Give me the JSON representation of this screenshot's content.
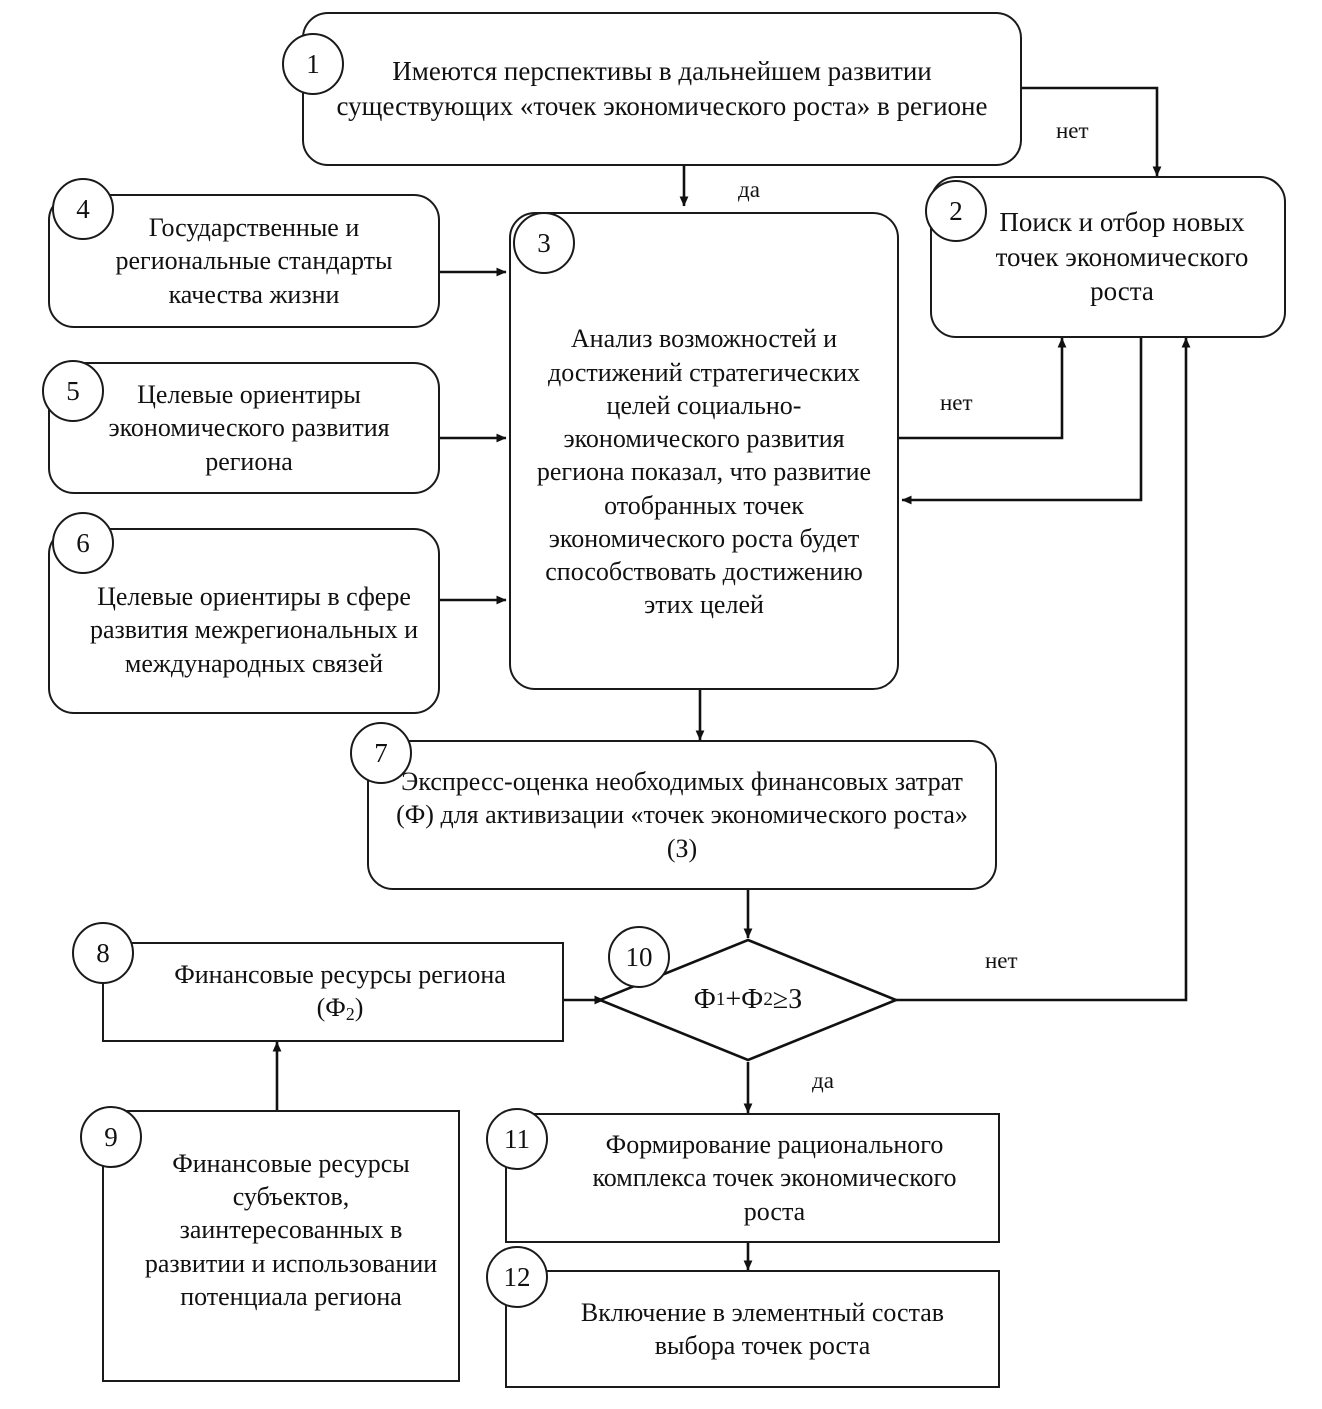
{
  "diagram": {
    "title": "Блок-схема выбора точек экономического роста региона",
    "type": "flowchart",
    "language": "ru",
    "stroke_color": "#1a1a1a",
    "background_color": "#ffffff"
  },
  "nodes": [
    {
      "id": "1",
      "badge": "1",
      "shape": "rounded-rect",
      "text": "Имеются перспективы в дальнейшем развитии существующих «точек экономического роста» в регионе"
    },
    {
      "id": "2",
      "badge": "2",
      "shape": "rounded-rect",
      "text": "Поиск и отбор новых точек экономического роста"
    },
    {
      "id": "3",
      "badge": "3",
      "shape": "rounded-rect",
      "text": "Анализ возможностей и достижений стратегических целей социально-экономического развития региона показал, что развитие отобранных точек экономического роста будет способствовать достижению этих целей"
    },
    {
      "id": "4",
      "badge": "4",
      "shape": "rounded-rect",
      "text": "Государственные и региональные стандарты качества жизни"
    },
    {
      "id": "5",
      "badge": "5",
      "shape": "rounded-rect",
      "text": "Целевые ориентиры экономического развития региона"
    },
    {
      "id": "6",
      "badge": "6",
      "shape": "rounded-rect",
      "text": "Целевые ориентиры в сфере развития межрегиональных и международных связей"
    },
    {
      "id": "7",
      "badge": "7",
      "shape": "rounded-rect",
      "text": "Экспресс-оценка необходимых финансовых затрат (Ф) для активизации «точек экономического роста» (З)"
    },
    {
      "id": "8",
      "badge": "8",
      "shape": "rect",
      "text_line1": "Финансовые ресурсы региона",
      "text_line2_prefix": "(Ф",
      "text_line2_sub": "2",
      "text_line2_suffix": ")"
    },
    {
      "id": "9",
      "badge": "9",
      "shape": "rect",
      "text": "Финансовые ресурсы субъектов, заинтересованных в развитии и использовании потенциала региона"
    },
    {
      "id": "10",
      "badge": "10",
      "shape": "diamond",
      "formula_a": "Ф",
      "formula_a_sub": "1",
      "formula_plus": "+Ф",
      "formula_b_sub": "2",
      "formula_tail": "≥З"
    },
    {
      "id": "11",
      "badge": "11",
      "shape": "rect",
      "text": "Формирование рационального комплекса точек экономического роста"
    },
    {
      "id": "12",
      "badge": "12",
      "shape": "rect",
      "text": "Включение в элементный состав выбора точек роста"
    }
  ],
  "edge_labels": {
    "no_1_to_2": "нет",
    "yes_1_to_3": "да",
    "no_3_to_2": "нет",
    "no_10_to_2": "нет",
    "yes_10_to_11": "да"
  }
}
